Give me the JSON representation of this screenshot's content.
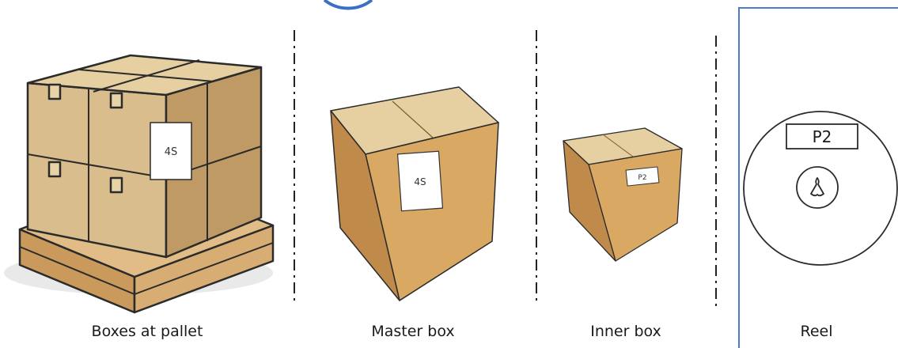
{
  "panels": [
    {
      "caption": "Boxes at pallet",
      "label": "4S"
    },
    {
      "caption": "Master box",
      "label": "4S"
    },
    {
      "caption": "Inner box",
      "label": "P2"
    },
    {
      "caption": "Reel",
      "label": "P2"
    }
  ],
  "colors": {
    "carton_front": "#d9bd8c",
    "carton_side": "#c09a64",
    "carton_top": "#e6cfa1",
    "pallet_wood": "#d2a76c",
    "outline": "#2b2b2b",
    "frame": "#4a7cc9",
    "ring": "#3a6fc4"
  },
  "icons": [
    "reel-hub-icon"
  ]
}
